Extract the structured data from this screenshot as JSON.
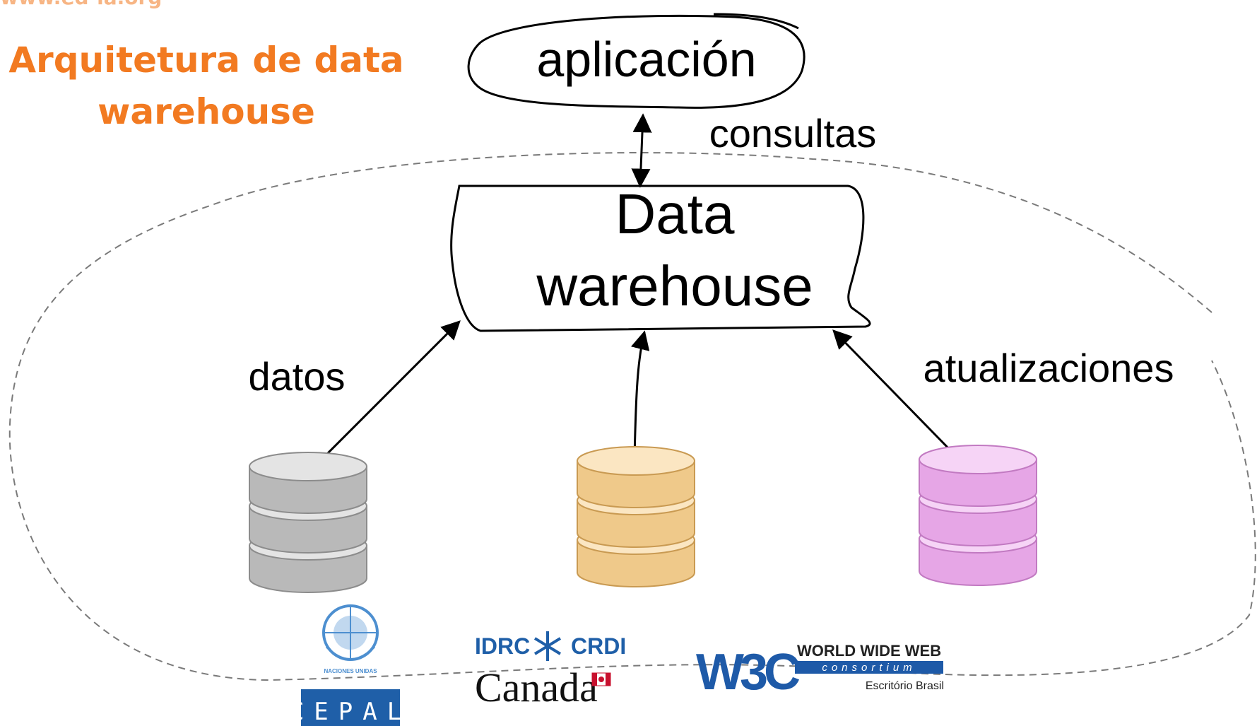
{
  "header_url": "www.ed-ia.org",
  "slide_title": {
    "line1": "Arquitetura de data",
    "line2": "warehouse"
  },
  "nodes": {
    "application": "aplicación",
    "warehouse_line1": "Data",
    "warehouse_line2": "warehouse"
  },
  "edge_labels": {
    "queries": "consultas",
    "data": "datos",
    "updates": "atualizaciones"
  },
  "databases": [
    {
      "name": "db-gray",
      "color": "#b9b9b9",
      "highlight": "#e4e4e4",
      "shadow": "#8c8c8c"
    },
    {
      "name": "db-tan",
      "color": "#efc98a",
      "highlight": "#fbe6c2",
      "shadow": "#c99a52"
    },
    {
      "name": "db-pink",
      "color": "#e6a6e6",
      "highlight": "#f6d4f6",
      "shadow": "#c27ac2"
    }
  ],
  "logos": {
    "un_caption": "NACIONES UNIDAS",
    "cepal": "CEPAL",
    "idrc": "IDRC",
    "crdi": "CRDI",
    "canada": "Canada",
    "w3c_mark": "W3C",
    "w3c_line1": "WORLD WIDE WEB",
    "w3c_line2": "consortium",
    "w3c_line3": "Escritório Brasil"
  },
  "colors": {
    "title": "#f27a21",
    "cepal_box": "#1f5fa8",
    "un_blue": "#4d8fd0",
    "w3c_blue": "#1e5aa8"
  }
}
